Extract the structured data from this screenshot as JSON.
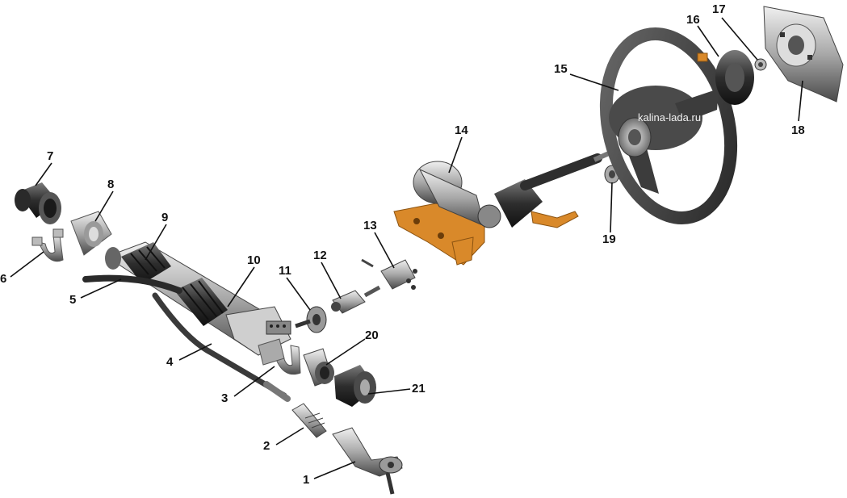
{
  "watermark": "kalina-lada.ru",
  "labels": {
    "p1": "1",
    "p2": "2",
    "p3": "3",
    "p4": "4",
    "p5": "5",
    "p6": "6",
    "p7": "7",
    "p8": "8",
    "p9": "9",
    "p10": "10",
    "p11": "11",
    "p12": "12",
    "p13": "13",
    "p14": "14",
    "p15": "15",
    "p16": "16",
    "p17": "17",
    "p18": "18",
    "p19": "19",
    "p20": "20",
    "p21": "21"
  },
  "colors": {
    "part_dark": "#3a3a3a",
    "part_mid": "#8a8a8a",
    "part_light": "#d6d6d6",
    "bracket_orange": "#d9892a",
    "line": "#111111"
  }
}
